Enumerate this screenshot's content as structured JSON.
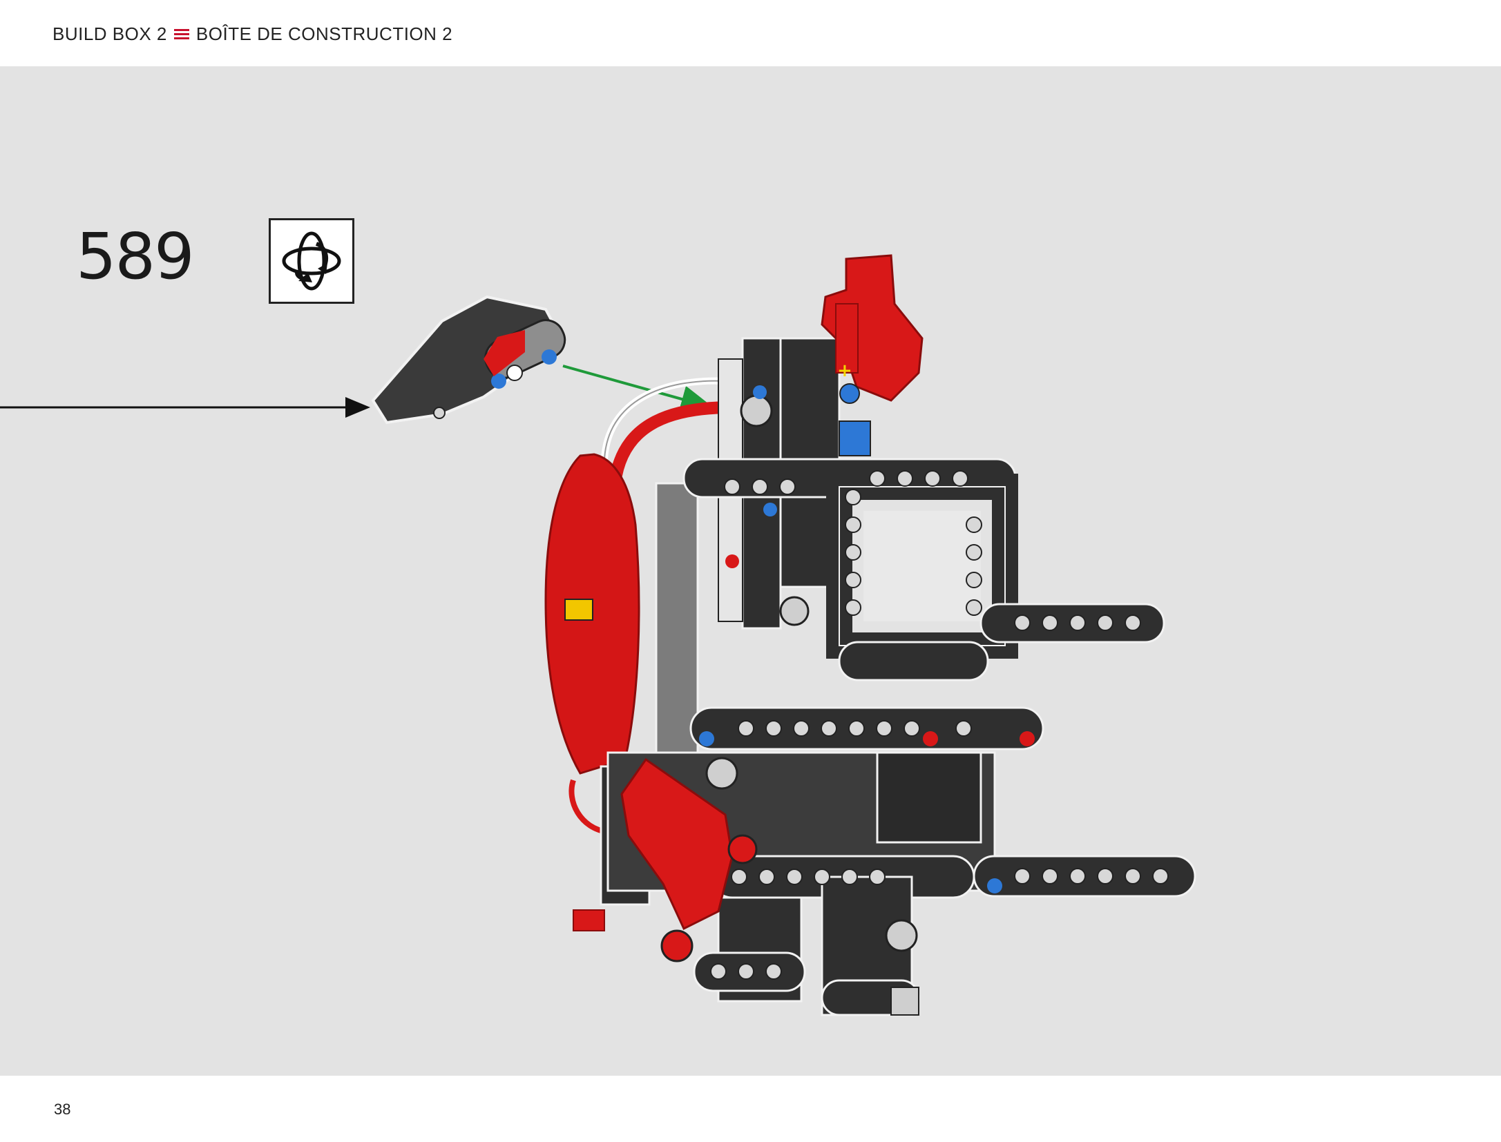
{
  "header": {
    "left_title": "BUILD BOX 2",
    "right_title": "BOÎTE DE CONSTRUCTION 2",
    "accent_color": "#c8102e"
  },
  "step": {
    "number": "589",
    "rotate_icon": "rotate-model-icon"
  },
  "callout": {
    "arrow_color": "#1f9a3a"
  },
  "footer": {
    "page_number": "38"
  }
}
